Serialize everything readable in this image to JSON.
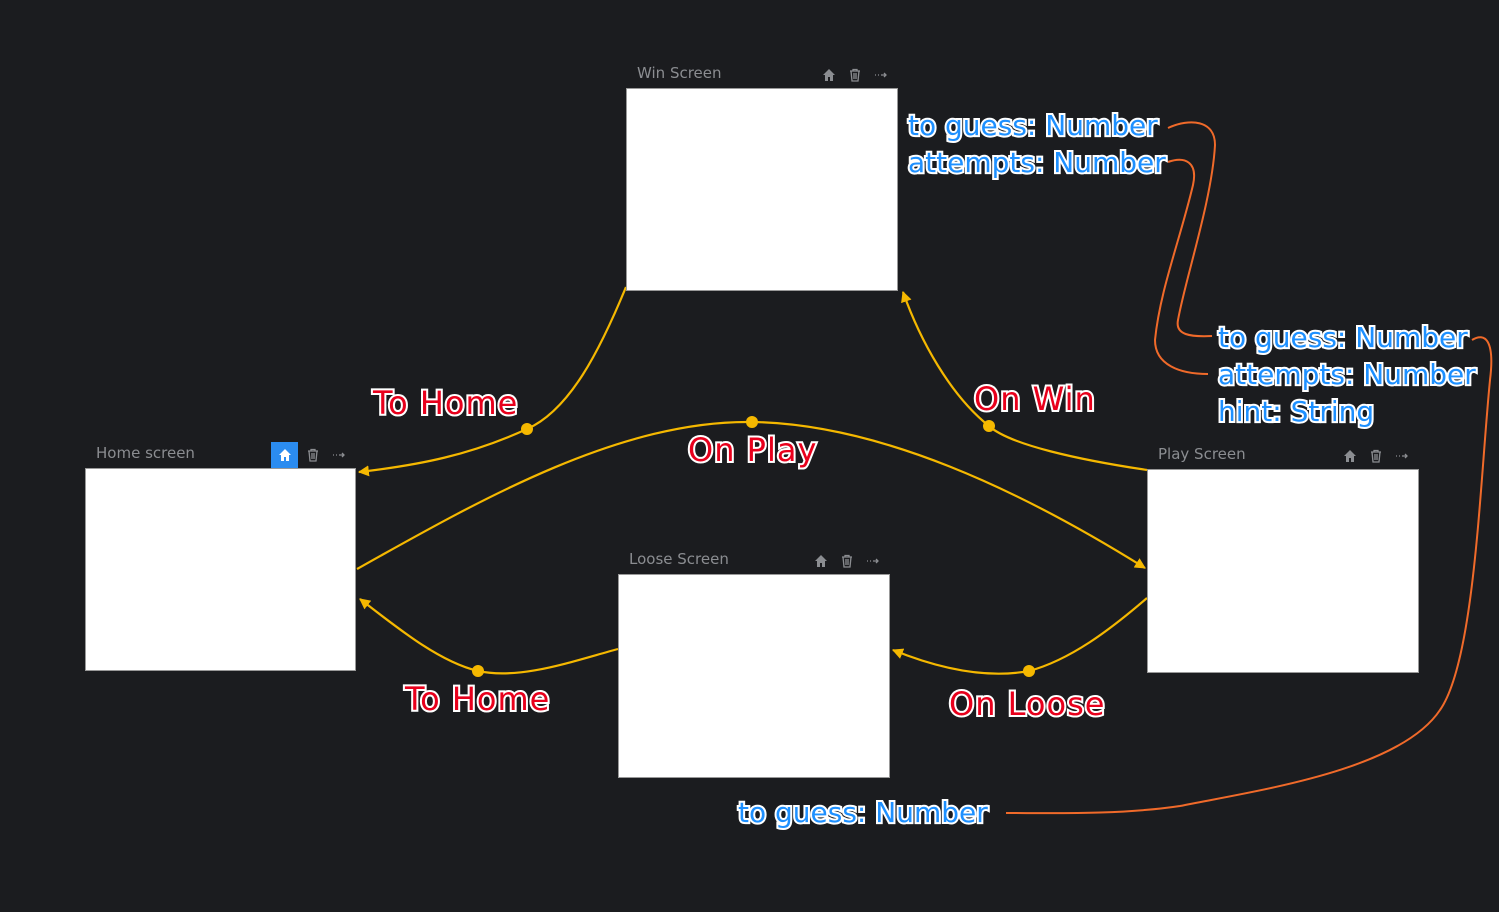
{
  "screens": {
    "win": {
      "title": "Win Screen",
      "variables": [
        "to guess: Number",
        "attempts: Number"
      ]
    },
    "home": {
      "title": "Home screen",
      "is_home": true
    },
    "loose": {
      "title": "Loose Screen"
    },
    "play": {
      "title": "Play Screen",
      "variables": [
        "to guess: Number",
        "attempts: Number",
        "hint: String"
      ]
    }
  },
  "transitions": {
    "win_to_home": "To Home",
    "home_on_play": "On Play",
    "play_on_win": "On Win",
    "play_on_loose": "On Loose",
    "loose_to_home": "To Home"
  },
  "home_parameter": "to guess: Number",
  "icons": {
    "home": "home-icon",
    "delete": "trash-icon",
    "connect": "dotted-arrow-icon"
  },
  "colors": {
    "background": "#1b1c1f",
    "transition": "#f5b800",
    "binding": "#f06a2a",
    "label": "#e8001c",
    "variable": "#1e90ff",
    "home_active": "#2b8cf0"
  }
}
